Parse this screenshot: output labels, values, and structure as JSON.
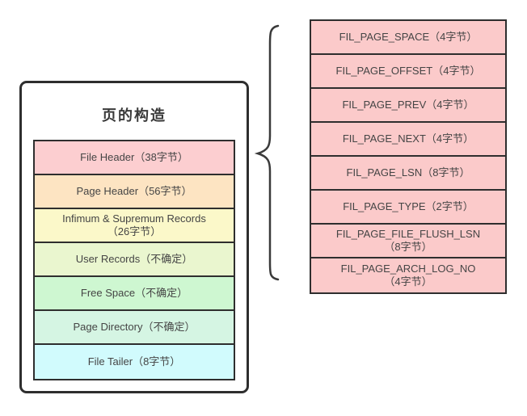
{
  "diagram": {
    "left_panel": {
      "title": "页的构造",
      "rows": [
        {
          "label": "File Header（38字节）",
          "color": "#fcced0"
        },
        {
          "label": "Page Header（56字节）",
          "color": "#fde4c2"
        },
        {
          "label": "Infimum & Supremum Records",
          "label2": "（26字节）",
          "color": "#fbf8c9"
        },
        {
          "label": "User Records（不确定）",
          "color": "#eaf6cf"
        },
        {
          "label": "Free Space（不确定）",
          "color": "#cef7d1"
        },
        {
          "label": "Page Directory（不确定）",
          "color": "#d5f5e3"
        },
        {
          "label": "File Tailer（8字节）",
          "color": "#d1fbfd"
        }
      ]
    },
    "right_panel": {
      "row_color": "#fbcaca",
      "rows": [
        {
          "label": "FIL_PAGE_SPACE（4字节）"
        },
        {
          "label": "FIL_PAGE_OFFSET（4字节）"
        },
        {
          "label": "FIL_PAGE_PREV（4字节）"
        },
        {
          "label": "FIL_PAGE_NEXT（4字节）"
        },
        {
          "label": "FIL_PAGE_LSN（8字节）"
        },
        {
          "label": "FIL_PAGE_TYPE（2字节）"
        },
        {
          "label": "FIL_PAGE_FILE_FLUSH_LSN",
          "label2": "（8字节）"
        },
        {
          "label": "FIL_PAGE_ARCH_LOG_NO",
          "label2": "（4字节）"
        }
      ]
    },
    "colors": {
      "border": "#2e2e2e",
      "text": "#454545"
    }
  }
}
